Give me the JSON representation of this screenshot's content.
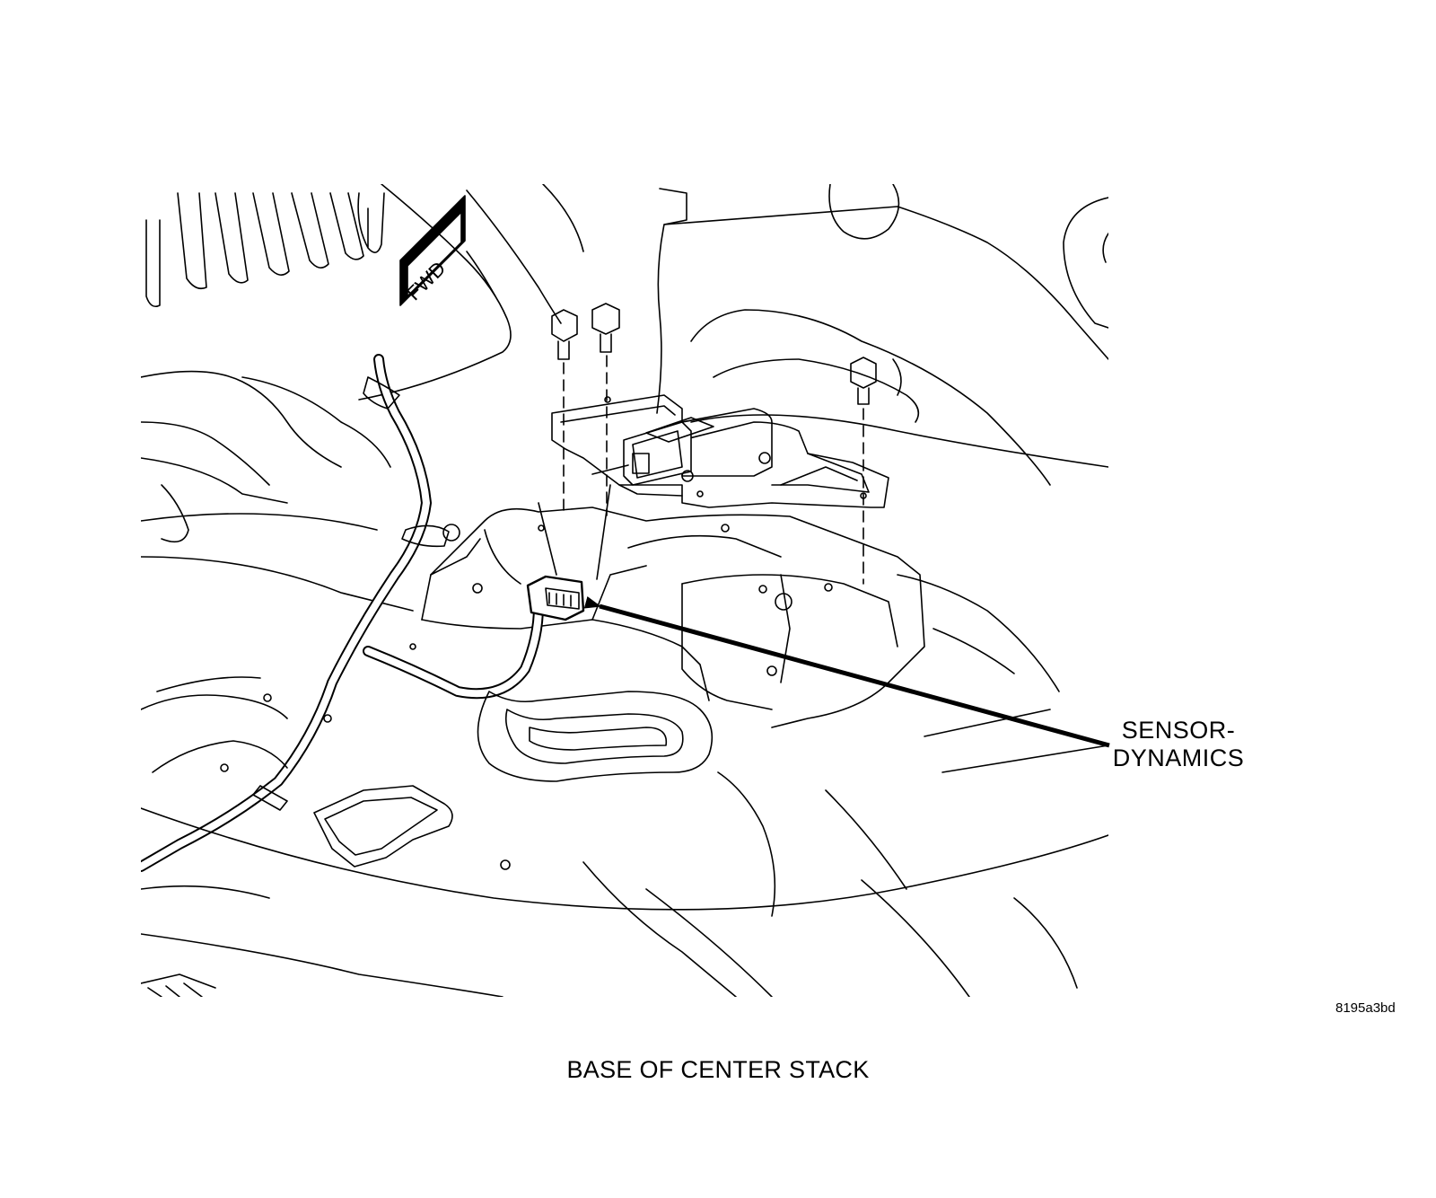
{
  "callout": {
    "line1": "SENSOR-",
    "line2": "DYNAMICS"
  },
  "figure_id": "8195a3bd",
  "caption": "BASE OF CENTER STACK",
  "direction_label": "FWD",
  "colors": {
    "ink": "#000000",
    "paper": "#ffffff"
  }
}
